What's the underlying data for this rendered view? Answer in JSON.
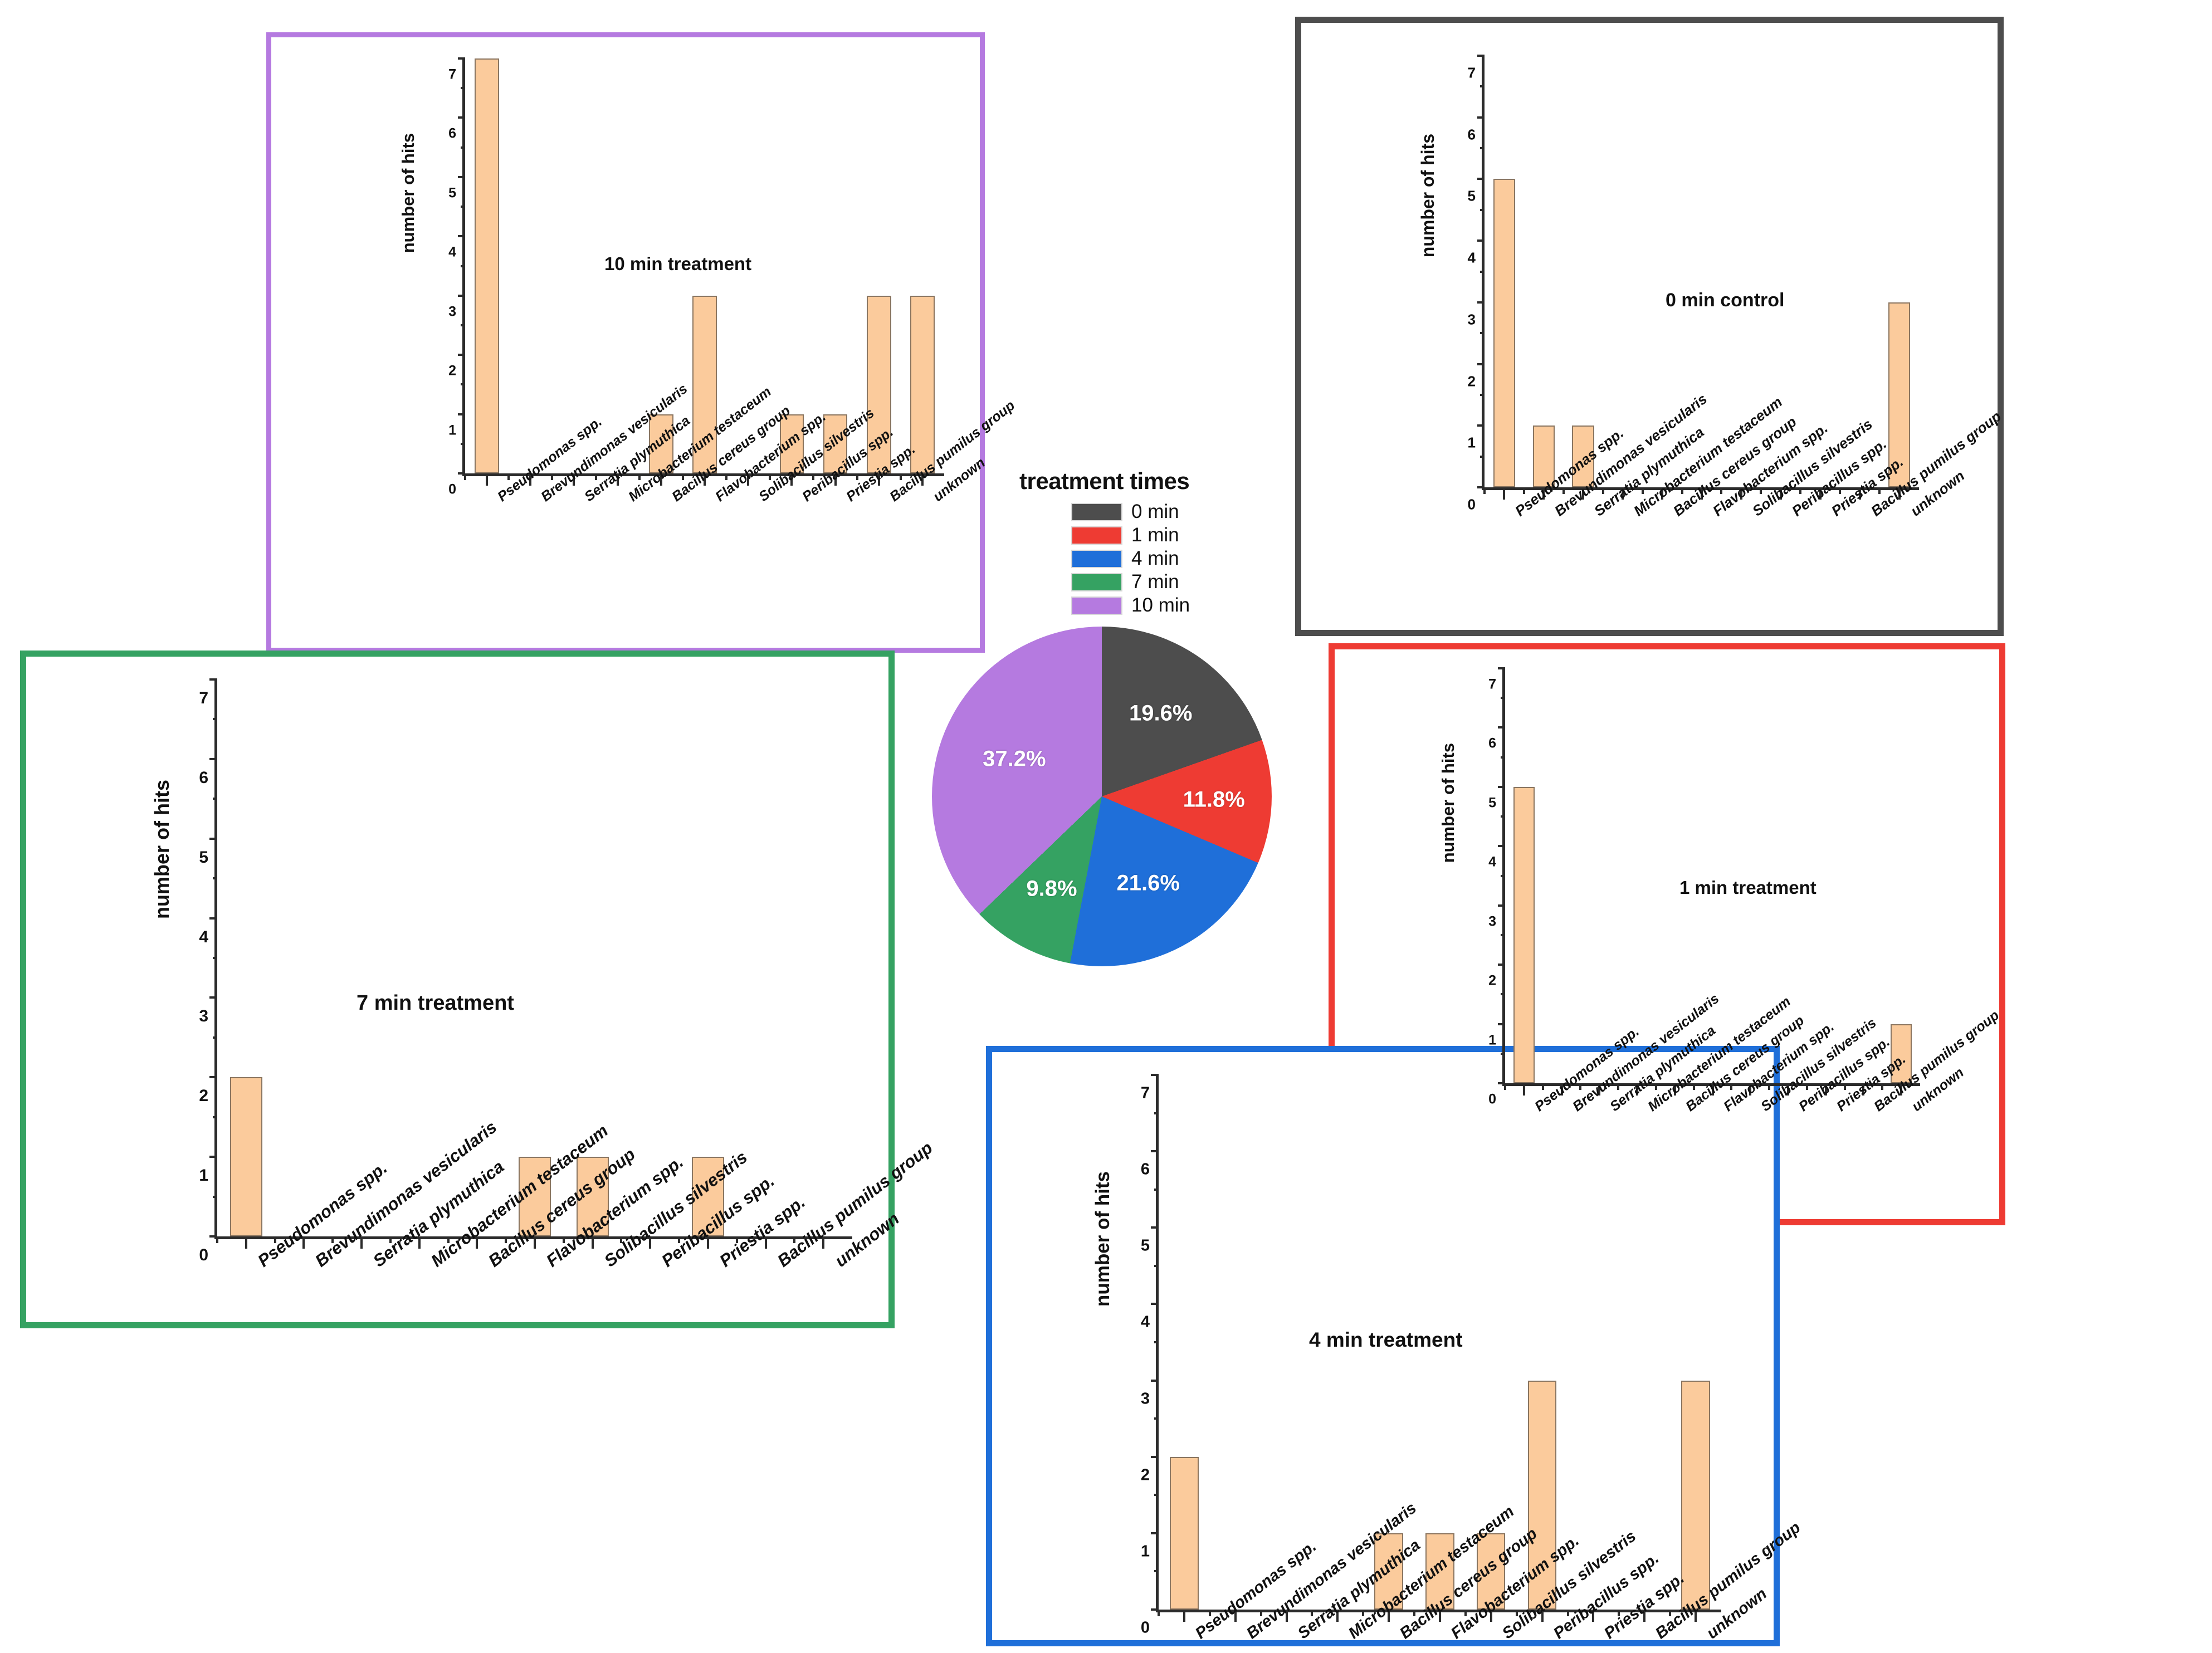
{
  "categories": [
    "Pseudomonas spp.",
    "Brevundimonas vesicularis",
    "Serratia plymuthica",
    "Microbacterium testaceum",
    "Bacillus cereus group",
    "Flavobacterium spp.",
    "Solibacillus silvestris",
    "Peribacillus spp.",
    "Priestia spp.",
    "Bacillus pumilus group",
    "unknown"
  ],
  "axis": {
    "ylabel": "number of hits",
    "yticks": [
      0,
      1,
      2,
      3,
      4,
      5,
      6,
      7
    ],
    "ylim": [
      0,
      7
    ]
  },
  "legend": {
    "title": "treatment times",
    "items": [
      {
        "label": "0 min",
        "color": "#4d4d4d"
      },
      {
        "label": "1 min",
        "color": "#ee3b33"
      },
      {
        "label": "4 min",
        "color": "#1f6fd9"
      },
      {
        "label": "7 min",
        "color": "#35a262"
      },
      {
        "label": "10 min",
        "color": "#b57ae0"
      }
    ]
  },
  "panels": {
    "control0": {
      "title": "0 min control",
      "border_color": "#4d4d4d"
    },
    "min1": {
      "title": "1 min treatment",
      "border_color": "#ee3b33"
    },
    "min4": {
      "title": "4 min treatment",
      "border_color": "#1f6fd9"
    },
    "min7": {
      "title": "7 min treatment",
      "border_color": "#35a262"
    },
    "min10": {
      "title": "10 min treatment",
      "border_color": "#b57ae0"
    }
  },
  "chart_data": [
    {
      "type": "bar",
      "title": "0 min control",
      "xlabel": "",
      "ylabel": "number of hits",
      "ylim": [
        0,
        7
      ],
      "grid": false,
      "categories": [
        "Pseudomonas spp.",
        "Brevundimonas vesicularis",
        "Serratia plymuthica",
        "Microbacterium testaceum",
        "Bacillus cereus group",
        "Flavobacterium spp.",
        "Solibacillus silvestris",
        "Peribacillus spp.",
        "Priestia spp.",
        "Bacillus pumilus group",
        "unknown"
      ],
      "values": [
        5,
        1,
        1,
        0,
        0,
        0,
        0,
        0,
        0,
        0,
        3
      ],
      "bar_color": "#fbcb9c"
    },
    {
      "type": "bar",
      "title": "1 min treatment",
      "xlabel": "",
      "ylabel": "number of hits",
      "ylim": [
        0,
        7
      ],
      "grid": false,
      "categories": [
        "Pseudomonas spp.",
        "Brevundimonas vesicularis",
        "Serratia plymuthica",
        "Microbacterium testaceum",
        "Bacillus cereus group",
        "Flavobacterium spp.",
        "Solibacillus silvestris",
        "Peribacillus spp.",
        "Priestia spp.",
        "Bacillus pumilus group",
        "unknown"
      ],
      "values": [
        5,
        0,
        0,
        0,
        0,
        0,
        0,
        0,
        0,
        0,
        1
      ],
      "bar_color": "#fbcb9c"
    },
    {
      "type": "bar",
      "title": "4 min treatment",
      "xlabel": "",
      "ylabel": "number of hits",
      "ylim": [
        0,
        7
      ],
      "grid": false,
      "categories": [
        "Pseudomonas spp.",
        "Brevundimonas vesicularis",
        "Serratia plymuthica",
        "Microbacterium testaceum",
        "Bacillus cereus group",
        "Flavobacterium spp.",
        "Solibacillus silvestris",
        "Peribacillus spp.",
        "Priestia spp.",
        "Bacillus pumilus group",
        "unknown"
      ],
      "values": [
        2,
        0,
        0,
        0,
        1,
        1,
        1,
        3,
        0,
        0,
        3
      ],
      "bar_color": "#fbcb9c"
    },
    {
      "type": "bar",
      "title": "7 min treatment",
      "xlabel": "",
      "ylabel": "number of hits",
      "ylim": [
        0,
        7
      ],
      "grid": false,
      "categories": [
        "Pseudomonas spp.",
        "Brevundimonas vesicularis",
        "Serratia plymuthica",
        "Microbacterium testaceum",
        "Bacillus cereus group",
        "Flavobacterium spp.",
        "Solibacillus silvestris",
        "Peribacillus spp.",
        "Priestia spp.",
        "Bacillus pumilus group",
        "unknown"
      ],
      "values": [
        2,
        0,
        0,
        0,
        0,
        1,
        1,
        0,
        1,
        0,
        0
      ],
      "bar_color": "#fbcb9c"
    },
    {
      "type": "bar",
      "title": "10 min treatment",
      "xlabel": "",
      "ylabel": "number of hits",
      "ylim": [
        0,
        7
      ],
      "grid": false,
      "categories": [
        "Pseudomonas spp.",
        "Brevundimonas vesicularis",
        "Serratia plymuthica",
        "Microbacterium testaceum",
        "Bacillus cereus group",
        "Flavobacterium spp.",
        "Solibacillus silvestris",
        "Peribacillus spp.",
        "Priestia spp.",
        "Bacillus pumilus group",
        "unknown"
      ],
      "values": [
        7,
        0,
        0,
        0,
        1,
        3,
        0,
        1,
        1,
        3,
        3
      ],
      "bar_color": "#fbcb9c"
    },
    {
      "type": "pie",
      "title": "treatment times",
      "labels": [
        "0 min",
        "1 min",
        "4 min",
        "7 min",
        "10 min"
      ],
      "values": [
        19.6,
        11.8,
        21.6,
        9.8,
        37.2
      ],
      "value_labels": [
        "19.6%",
        "11.8%",
        "21.6%",
        "9.8%",
        "37.2%"
      ],
      "colors": [
        "#4d4d4d",
        "#ee3b33",
        "#1f6fd9",
        "#35a262",
        "#b57ae0"
      ],
      "legend_position": "top"
    }
  ]
}
